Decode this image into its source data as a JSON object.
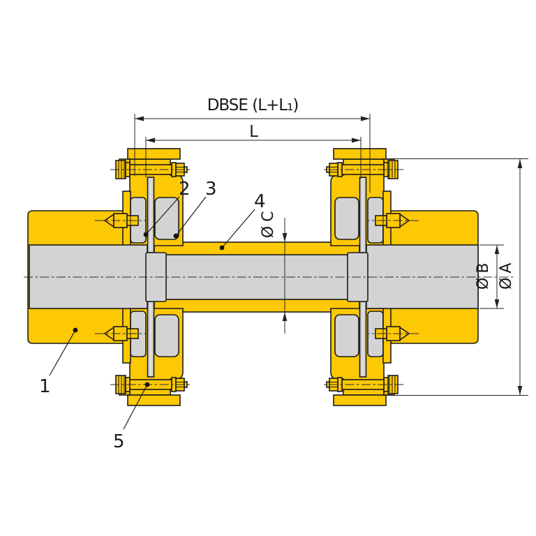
{
  "diagram": {
    "dimension_labels": {
      "dbse": "DBSE (L+L₁)",
      "length": "L",
      "dia_a": "Ø A",
      "dia_b": "Ø B",
      "dia_c": "Ø C"
    },
    "part_callouts": [
      {
        "number": "1"
      },
      {
        "number": "2"
      },
      {
        "number": "3"
      },
      {
        "number": "4"
      },
      {
        "number": "5"
      }
    ],
    "colors": {
      "coupling_yellow": "#FDC804",
      "steel_gray": "#D3D3D4",
      "outline": "#1C1C1C",
      "background": "#FFFFFF"
    }
  }
}
